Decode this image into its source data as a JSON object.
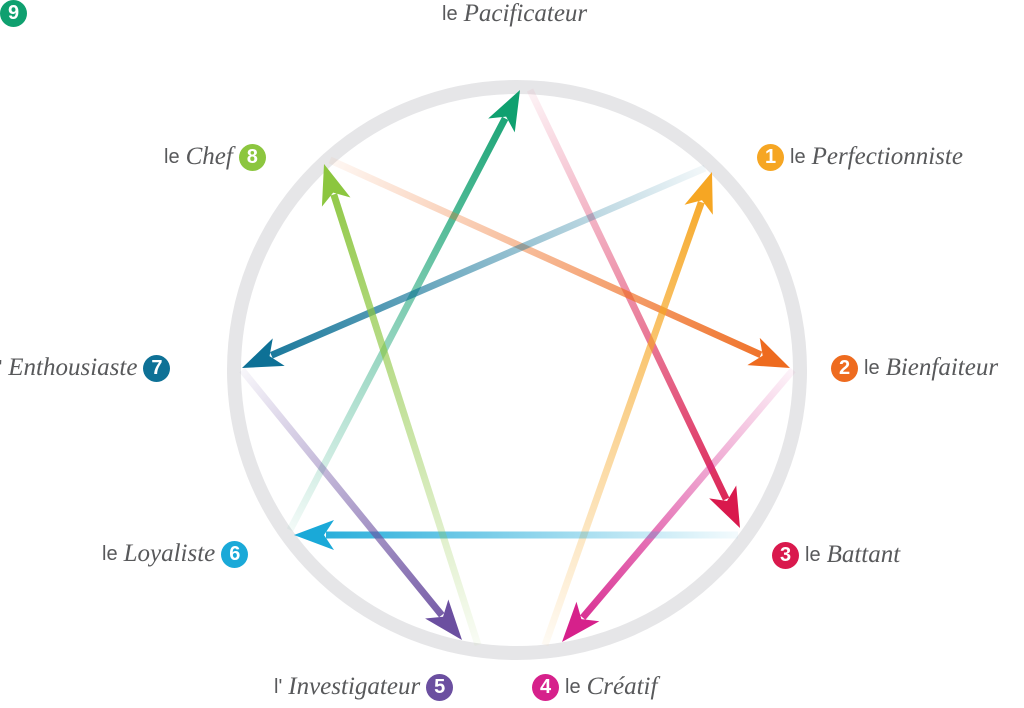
{
  "types": [
    {
      "number": "1",
      "article": "le",
      "name": "Perfectionniste",
      "color": "#f6a623"
    },
    {
      "number": "2",
      "article": "le",
      "name": "Bienfaiteur",
      "color": "#ee6b1f"
    },
    {
      "number": "3",
      "article": "le",
      "name": "Battant",
      "color": "#d9194d"
    },
    {
      "number": "4",
      "article": "le",
      "name": "Créatif",
      "color": "#d6218b"
    },
    {
      "number": "5",
      "article": "l'",
      "name": "Investigateur",
      "color": "#6b4fa0"
    },
    {
      "number": "6",
      "article": "le",
      "name": "Loyaliste",
      "color": "#1aa9d8"
    },
    {
      "number": "7",
      "article": "l'",
      "name": "Enthousiaste",
      "color": "#0e7196"
    },
    {
      "number": "8",
      "article": "le",
      "name": "Chef",
      "color": "#8cc63f"
    },
    {
      "number": "9",
      "article": "le",
      "name": "Pacificateur",
      "color": "#0fa06f"
    }
  ],
  "circle_color": "#e6e6e8"
}
